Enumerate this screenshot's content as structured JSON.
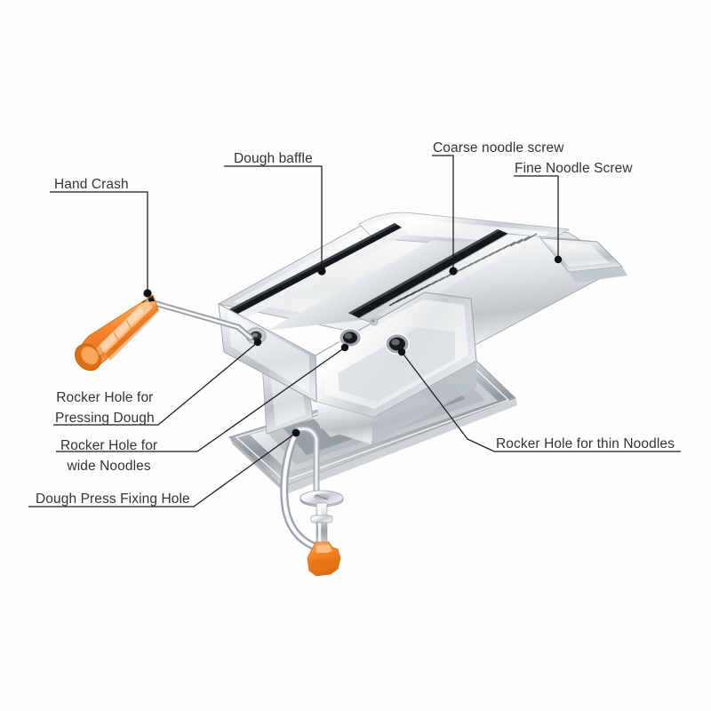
{
  "diagram": {
    "subject": "manual stainless steel pasta noodle maker machine with clamp",
    "background_color": "#fffefe",
    "text_color": "#333333",
    "accent_color": "#f5872f",
    "metal_color": "#d9dde0",
    "leader_color": "#1a1a1a",
    "labels": [
      {
        "id": "hand-crash",
        "text": "Hand Crash",
        "lines": [
          "Hand Crash"
        ]
      },
      {
        "id": "dough-baffle",
        "text": "Dough baffle",
        "lines": [
          "Dough baffle"
        ]
      },
      {
        "id": "coarse-noodle-screw",
        "text": "Coarse noodle screw",
        "lines": [
          "Coarse noodle screw"
        ]
      },
      {
        "id": "fine-noodle-screw",
        "text": "Fine Noodle Screw",
        "lines": [
          "Fine Noodle Screw"
        ]
      },
      {
        "id": "rocker-hole-pressing",
        "text": "Rocker Hole for Pressing Dough",
        "lines": [
          "Rocker Hole for",
          "Pressing Dough"
        ]
      },
      {
        "id": "rocker-hole-wide",
        "text": "Rocker Hole for wide Noodles",
        "lines": [
          "Rocker Hole for",
          "wide Noodles"
        ]
      },
      {
        "id": "dough-press-fixing-hole",
        "text": "Dough Press Fixing Hole",
        "lines": [
          "Dough Press Fixing Hole"
        ]
      },
      {
        "id": "rocker-hole-thin",
        "text": "Rocker Hole for thin Noodles",
        "lines": [
          "Rocker Hole for thin Noodles"
        ]
      }
    ],
    "parts": [
      {
        "id": "crank-handle",
        "name": "orange crank handle grip"
      },
      {
        "id": "crank-rod",
        "name": "chrome crank rod"
      },
      {
        "id": "roller-body",
        "name": "roller housing body"
      },
      {
        "id": "cutter-block",
        "name": "noodle cutter block"
      },
      {
        "id": "side-plate",
        "name": "side plate with rocker holes"
      },
      {
        "id": "base-tray",
        "name": "stainless base tray"
      },
      {
        "id": "clamp",
        "name": "table c-clamp"
      },
      {
        "id": "clamp-knob",
        "name": "orange clamp wing knob"
      }
    ]
  }
}
